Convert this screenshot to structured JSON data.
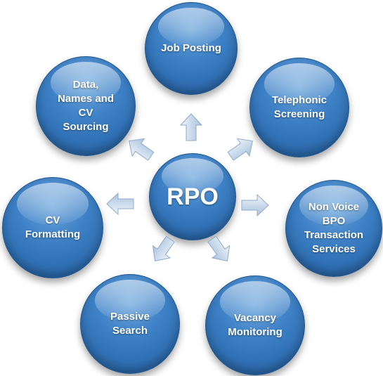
{
  "center": {
    "label": "RPO"
  },
  "nodes": [
    {
      "id": "job-posting",
      "label": "Job Posting"
    },
    {
      "id": "telephonic-screening",
      "label": "Telephonic\nScreening"
    },
    {
      "id": "non-voice-bpo",
      "label": "Non Voice\nBPO\nTransaction\nServices"
    },
    {
      "id": "vacancy-monitoring",
      "label": "Vacancy\nMonitoring"
    },
    {
      "id": "passive-search",
      "label": "Passive\nSearch"
    },
    {
      "id": "cv-formatting",
      "label": "CV\nFormatting"
    },
    {
      "id": "data-sourcing",
      "label": "Data,\nNames and\nCV\nSourcing"
    }
  ],
  "colors": {
    "node": "#3f82c7",
    "arrow": "#c9d9ea",
    "text": "#ffffff"
  }
}
